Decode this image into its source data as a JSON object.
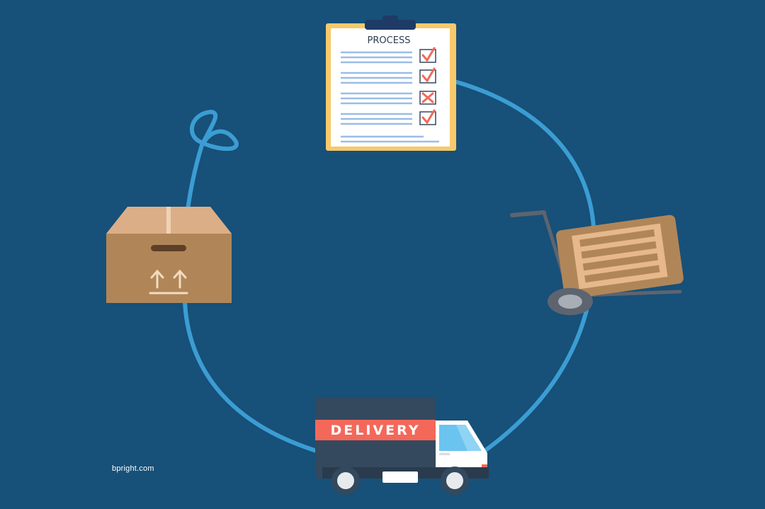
{
  "clipboard": {
    "title": "PROCESS",
    "checklist": [
      {
        "status": "checked",
        "icon": "checkmark-icon"
      },
      {
        "status": "checked",
        "icon": "checkmark-icon"
      },
      {
        "status": "crossed",
        "icon": "cross-icon"
      },
      {
        "status": "checked",
        "icon": "checkmark-icon"
      }
    ]
  },
  "truck": {
    "label": "DELIVERY"
  },
  "box": {
    "icon": "this-side-up-icon"
  },
  "trolley": {
    "icon": "hand-truck-icon"
  },
  "footer": {
    "site": "bpright.com"
  },
  "colors": {
    "background": "#175078",
    "cycle_line": "#3b9dd3",
    "accent_red": "#f4685a",
    "box_brown": "#b08659",
    "truck_body": "#34495e"
  }
}
